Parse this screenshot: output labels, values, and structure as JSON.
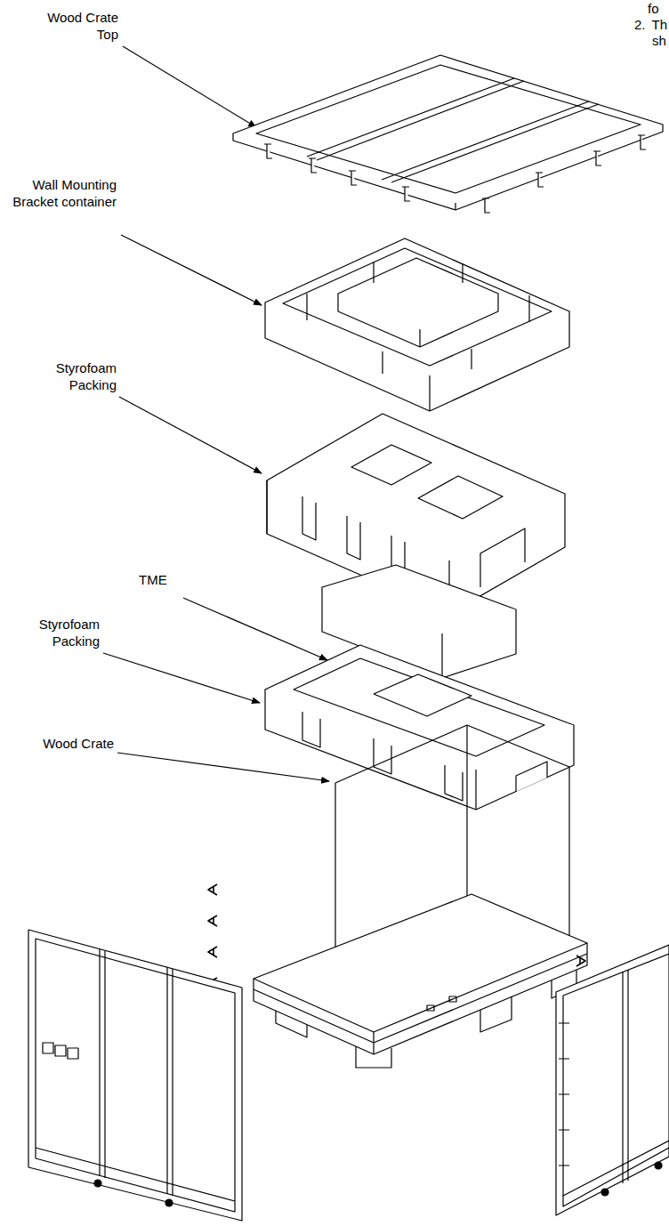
{
  "diagram": {
    "labels": [
      "Wood Crate Top",
      "Wall Mounting Bracket container",
      "Styrofoam Packing",
      "TME",
      "Styrofoam Packing",
      "Wood Crate",
      "fo",
      "2.",
      "Th",
      "sh"
    ]
  }
}
